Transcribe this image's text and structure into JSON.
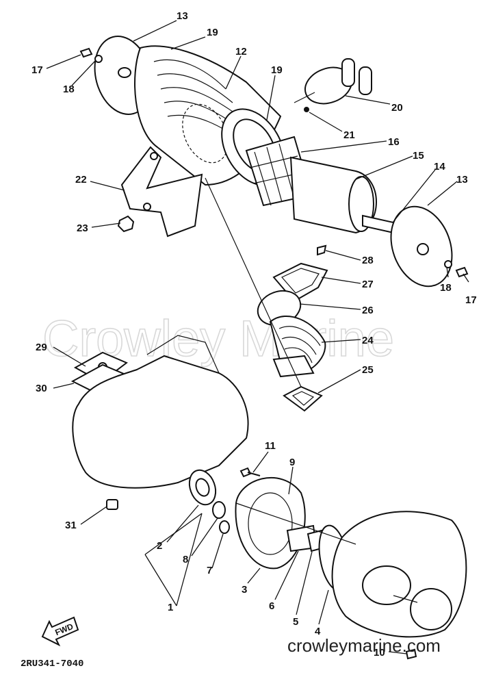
{
  "watermark": "Crowley Marine",
  "site_url": "crowleymarine.com",
  "drawing_code": "2RU341-7040",
  "fwd_label": "FWD",
  "callouts": [
    {
      "id": "c17a",
      "label": "17"
    },
    {
      "id": "c18a",
      "label": "18"
    },
    {
      "id": "c13a",
      "label": "13"
    },
    {
      "id": "c19a",
      "label": "19"
    },
    {
      "id": "c12",
      "label": "12"
    },
    {
      "id": "c19b",
      "label": "19"
    },
    {
      "id": "c20",
      "label": "20"
    },
    {
      "id": "c21",
      "label": "21"
    },
    {
      "id": "c16",
      "label": "16"
    },
    {
      "id": "c15",
      "label": "15"
    },
    {
      "id": "c14",
      "label": "14"
    },
    {
      "id": "c13b",
      "label": "13"
    },
    {
      "id": "c22",
      "label": "22"
    },
    {
      "id": "c23",
      "label": "23"
    },
    {
      "id": "c28",
      "label": "28"
    },
    {
      "id": "c27",
      "label": "27"
    },
    {
      "id": "c18b",
      "label": "18"
    },
    {
      "id": "c17b",
      "label": "17"
    },
    {
      "id": "c26",
      "label": "26"
    },
    {
      "id": "c24",
      "label": "24"
    },
    {
      "id": "c29",
      "label": "29"
    },
    {
      "id": "c30",
      "label": "30"
    },
    {
      "id": "c25",
      "label": "25"
    },
    {
      "id": "c11",
      "label": "11"
    },
    {
      "id": "c9",
      "label": "9"
    },
    {
      "id": "c31",
      "label": "31"
    },
    {
      "id": "c2",
      "label": "2"
    },
    {
      "id": "c8",
      "label": "8"
    },
    {
      "id": "c7",
      "label": "7"
    },
    {
      "id": "c3",
      "label": "3"
    },
    {
      "id": "c6",
      "label": "6"
    },
    {
      "id": "c5",
      "label": "5"
    },
    {
      "id": "c1",
      "label": "1"
    },
    {
      "id": "c4",
      "label": "4"
    },
    {
      "id": "c10",
      "label": "10"
    }
  ]
}
